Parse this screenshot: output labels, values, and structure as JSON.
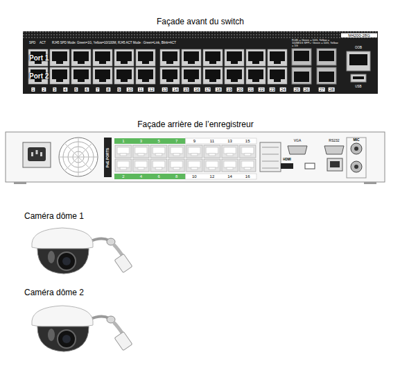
{
  "diagram": {
    "nodes": [
      {
        "text": [
          "Façade avant du switch"
        ]
      },
      {
        "text": [
          "Façade arrière de l’enregistreur"
        ]
      },
      {
        "text": [
          "Caméra dôme 1"
        ]
      },
      {
        "text": [
          "Caméra dôme 2"
        ]
      }
    ],
    "labels": [
      "Port 1",
      "Port 2",
      "1",
      "2",
      "3",
      "4",
      "5",
      "6",
      "7",
      "8",
      "9",
      "10",
      "11",
      "12",
      "13",
      "14",
      "15",
      "16",
      "17",
      "18",
      "19",
      "20",
      "21",
      "22",
      "23",
      "24",
      "25",
      "26",
      "27",
      "28",
      "SPD",
      "ACT",
      "RJ45 SPD Mode: Green=1G, Yellow=10/100M, RJ45 ACT Mode : Green=Link, Blink=ACT",
      "RJ45 = Green = 10G, Yellow = 100M/1G SFP+: Green = 10G, Yellow = 1G",
      "M4200-28G",
      "OOB",
      "USB",
      "PoE PORTS",
      "1",
      "3",
      "5",
      "7",
      "9",
      "11",
      "13",
      "15",
      "2",
      "4",
      "6",
      "8",
      "10",
      "12",
      "14",
      "16",
      "VGA",
      "RS232",
      "MIC",
      "HDMI"
    ]
  }
}
